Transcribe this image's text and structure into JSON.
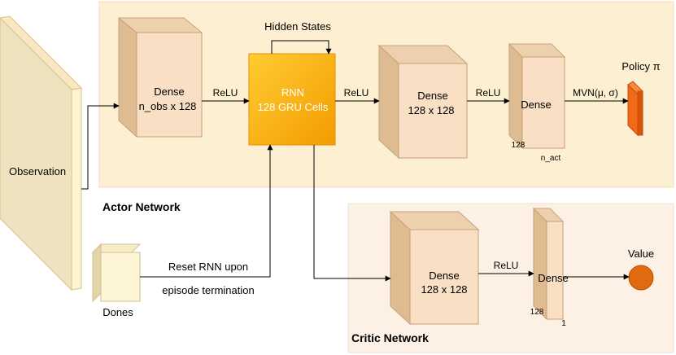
{
  "actor_network": {
    "label": "Actor Network",
    "dense1": {
      "name": "Dense",
      "dims": "n_obs  x 128"
    },
    "rnn": {
      "name": "RNN",
      "cells": "128 GRU Cells"
    },
    "hidden_states": "Hidden States",
    "dense2": {
      "name": "Dense",
      "dims": "128  x 128"
    },
    "dense3": {
      "name": "Dense",
      "size_label": "128",
      "out_label": "n_act"
    },
    "relu1": "ReLU",
    "relu2": "ReLU",
    "relu3": "ReLU",
    "mvn": "MVN(μ, σ)",
    "policy": "Policy π"
  },
  "critic_network": {
    "label": "Critic Network",
    "dense1": {
      "name": "Dense",
      "dims": "128 x 128"
    },
    "relu": "ReLU",
    "dense2": {
      "name": "Dense",
      "size_label": "128",
      "out_label": "1"
    },
    "value": "Value"
  },
  "inputs": {
    "observation": "Observation",
    "dones": "Dones",
    "reset_line1": "Reset RNN upon",
    "reset_line2": "episode termination"
  },
  "colors": {
    "actor_bg": "#fdf0d2",
    "critic_bg": "#fdf0e4",
    "box_front": "#f9dfc3",
    "box_side": "#e6c29a",
    "box_top": "#f0d3b0",
    "obs_front": "#fdf2cc",
    "obs_side": "#e9dcb0",
    "rnn_fill": "#f9a800",
    "policy_fill": "#f06a1a",
    "value_fill": "#e06a10"
  }
}
